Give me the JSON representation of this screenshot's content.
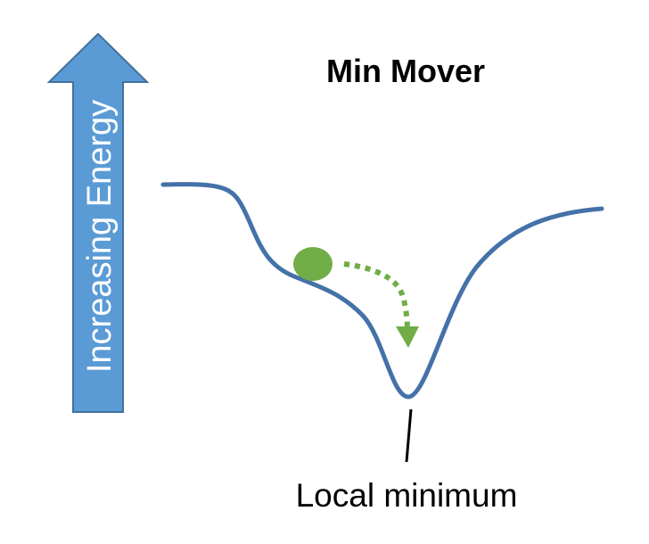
{
  "title": "Min Mover",
  "energy_arrow": {
    "label": "Increasing Energy",
    "fill_color": "#5b9bd5",
    "stroke_color": "#41719c"
  },
  "energy_curve": {
    "stroke_color": "#4472a8"
  },
  "ball": {
    "fill_color": "#70ad47"
  },
  "move_arrow": {
    "color": "#70ad47",
    "style": "dotted"
  },
  "minimum_label": "Local minimum"
}
